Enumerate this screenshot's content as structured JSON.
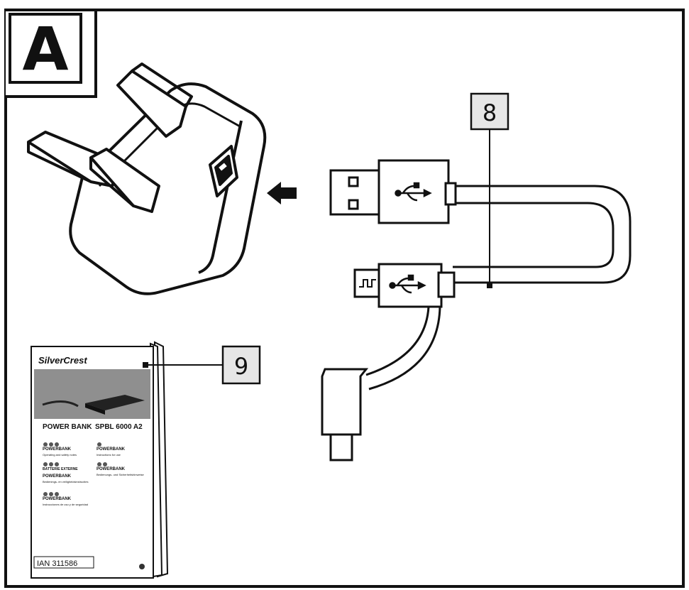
{
  "figure": {
    "panel_letter": "A"
  },
  "callouts": [
    {
      "id": "cable",
      "label": "8"
    },
    {
      "id": "manual",
      "label": "9"
    }
  ],
  "manual": {
    "brand": "SilverCrest",
    "title_left": "POWER BANK",
    "title_right": "SPBL 6000 A2",
    "sections": [
      {
        "heading": "POWERBANK",
        "body": "Operating and safety notes"
      },
      {
        "heading": "POWERBANK",
        "body": "Instructions for use"
      },
      {
        "heading": "BATTERIE EXTERNE",
        "body": ""
      },
      {
        "heading": "POWERBANK",
        "body": "Bedienings- en veiligheidsinstructies"
      },
      {
        "heading": "POWERBANK",
        "body": "Bedienungs- und Sicherheitshinweise"
      },
      {
        "heading": "POWERBANK",
        "body": "Instrucciones de uso y de seguridad"
      }
    ],
    "ian": "IAN 311586"
  },
  "colors": {
    "ink": "#111111",
    "paper": "#ffffff",
    "callout_fill": "#e6e6e6",
    "photo_fill": "#8f8f8f"
  }
}
